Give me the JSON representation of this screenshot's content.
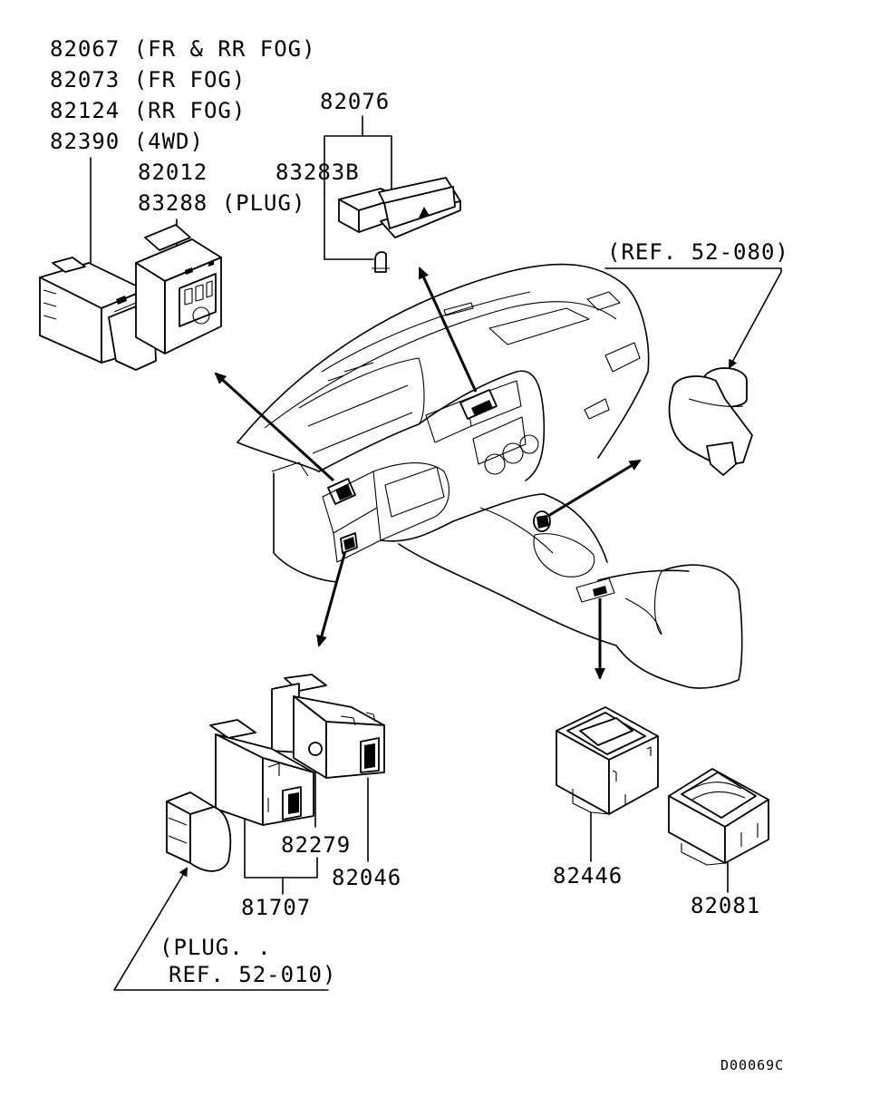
{
  "labels": {
    "p82067": "82067 (FR & RR FOG)",
    "p82073": "82073 (FR FOG)",
    "p82124": "82124 (RR FOG)",
    "p82390": "82390 (4WD)",
    "p82012": "82012",
    "p83288": "83288 (PLUG)",
    "p82076": "82076",
    "p83283b": "83283B",
    "ref52080": "(REF. 52-080)",
    "p82279": "82279",
    "p82046": "82046",
    "p81707": "81707",
    "plug_line1": "(PLUG. .",
    "plug_line2": "REF. 52-010)",
    "p82446": "82446",
    "p82081": "82081",
    "diagram_code": "D00069C"
  }
}
